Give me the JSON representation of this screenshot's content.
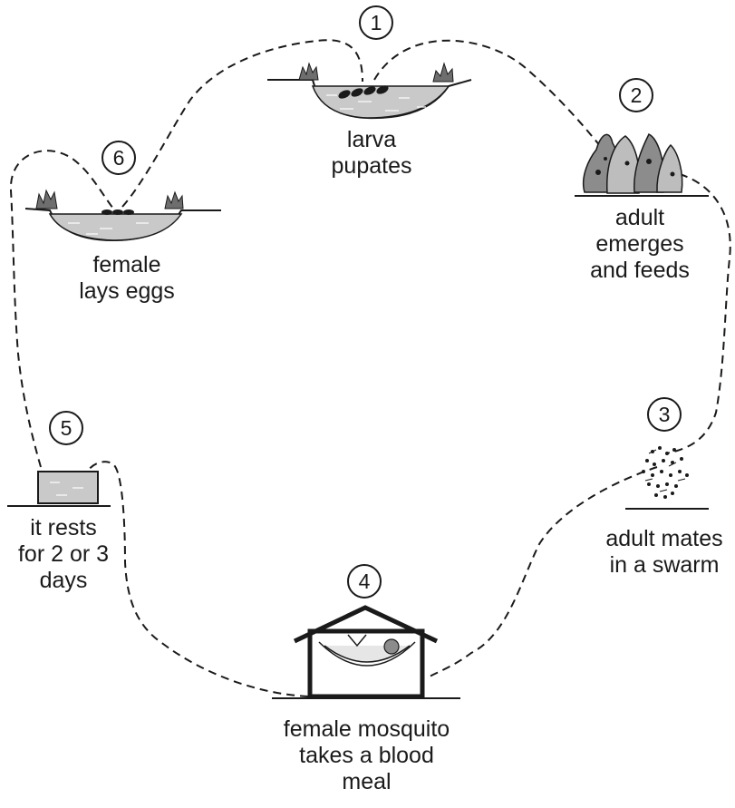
{
  "diagram": {
    "stages": [
      {
        "number": "1",
        "lines": [
          "larva",
          "pupates"
        ]
      },
      {
        "number": "2",
        "lines": [
          "adult",
          "emerges",
          "and feeds"
        ]
      },
      {
        "number": "3",
        "lines": [
          "adult mates",
          "in a swarm"
        ]
      },
      {
        "number": "4",
        "lines": [
          "female mosquito",
          "takes a blood",
          "meal"
        ]
      },
      {
        "number": "5",
        "lines": [
          "it rests",
          "for 2 or 3",
          "days"
        ]
      },
      {
        "number": "6",
        "lines": [
          "female",
          "lays eggs"
        ]
      }
    ]
  },
  "colors": {
    "ink": "#1a1a1a",
    "water": "#c9c9c9",
    "foliage": "#8c8c8c",
    "foliage_light": "#bdbdbd"
  }
}
